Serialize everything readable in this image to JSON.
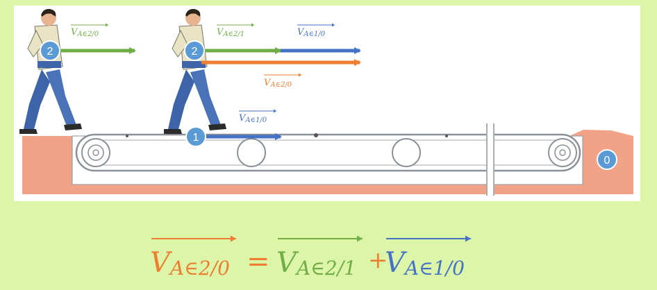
{
  "colors": {
    "background": "#dcf5a8",
    "panel": "#ffffff",
    "ground": "#f2a387",
    "green": "#70ad47",
    "blue": "#4472c4",
    "orange": "#ed7d31",
    "badge": "#5b9bd5"
  },
  "badges": {
    "person_left": "2",
    "person_right": "2",
    "belt": "1",
    "ground": "0"
  },
  "labels": {
    "v_a_2_0_left": "V",
    "v_a_2_0_left_sub": "A∈2/0",
    "v_a_2_1": "V",
    "v_a_2_1_sub": "A∈2/1",
    "v_a_1_0_top": "V",
    "v_a_1_0_top_sub": "A∈1/0",
    "v_a_2_0_right": "V",
    "v_a_2_0_right_sub": "A∈2/0",
    "v_a_1_0_belt": "V",
    "v_a_1_0_belt_sub": "A∈1/0"
  },
  "formula": {
    "lhs": "V",
    "lhs_sub": "A∈2/0",
    "equals": "=",
    "term1": "V",
    "term1_sub": "A∈2/1",
    "plus": "+",
    "term2": "V",
    "term2_sub": "A∈1/0"
  },
  "icons": [
    "person-walking-icon",
    "conveyor-roller-icon"
  ]
}
